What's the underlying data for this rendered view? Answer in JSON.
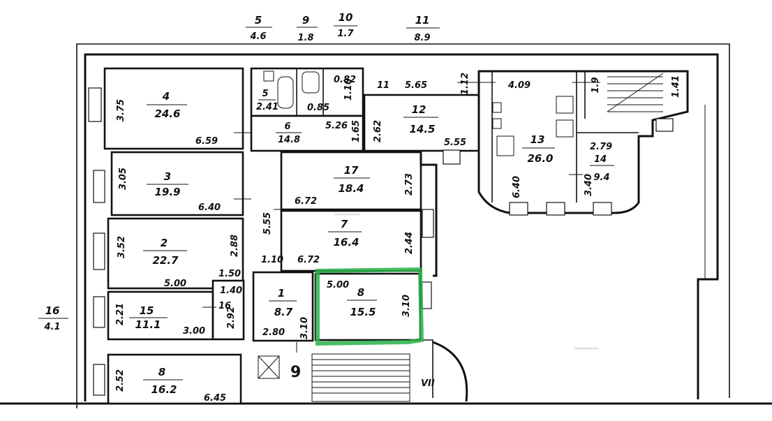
{
  "top_labels": [
    {
      "num": "5",
      "area": "4.6"
    },
    {
      "num": "9",
      "area": "1.8"
    },
    {
      "num": "10",
      "area": "1.7"
    },
    {
      "num": "11",
      "area": "8.9"
    }
  ],
  "side_label": {
    "num": "16",
    "area": "4.1"
  },
  "rooms": [
    {
      "num": "4",
      "area": "24.6"
    },
    {
      "num": "3",
      "area": "19.9"
    },
    {
      "num": "2",
      "area": "22.7"
    },
    {
      "num": "15",
      "area": "11.1"
    },
    {
      "num": "8",
      "area": "16.2"
    },
    {
      "num": "5",
      "area": "2.41"
    },
    {
      "num": "6",
      "area": "14.8"
    },
    {
      "num": "17",
      "area": "18.4"
    },
    {
      "num": "7",
      "area": "16.4"
    },
    {
      "num": "1",
      "area": "8.7"
    },
    {
      "num": "8",
      "area": "15.5"
    },
    {
      "num": "12",
      "area": "14.5"
    },
    {
      "num": "13",
      "area": "26.0"
    },
    {
      "num": "14",
      "area": "9.4"
    }
  ],
  "dimensions": {
    "d375": "3.75",
    "d659": "6.59",
    "d305": "3.05",
    "d640a": "6.40",
    "d352": "3.52",
    "d288": "2.88",
    "d500a": "5.00",
    "d150": "1.50",
    "d221": "2.21",
    "d140": "1.40",
    "d300": "3.00",
    "d292": "2.92",
    "d16": "16",
    "d252": "2.52",
    "d645": "6.45",
    "d555": "5.55",
    "d110": "1.10",
    "d672a": "6.72",
    "d672b": "6.72",
    "d273": "2.73",
    "d244": "2.44",
    "d500b": "5.00",
    "d310a": "3.10",
    "d280": "2.80",
    "d310b": "3.10",
    "d085": "0.85",
    "d082": "0.82",
    "d110b": "1.10",
    "d11": "11",
    "d565": "5.65",
    "d112": "1.12",
    "d526": "5.26",
    "d165": "1.65",
    "d262": "2.62",
    "d555b": "5.55",
    "d409": "4.09",
    "d19": "1.9",
    "d640b": "6.40",
    "d340": "3.40",
    "d279": "2.79",
    "d141": "1.41",
    "d9": "9",
    "dvii": "VII"
  },
  "highlight_color": "#28b34a"
}
